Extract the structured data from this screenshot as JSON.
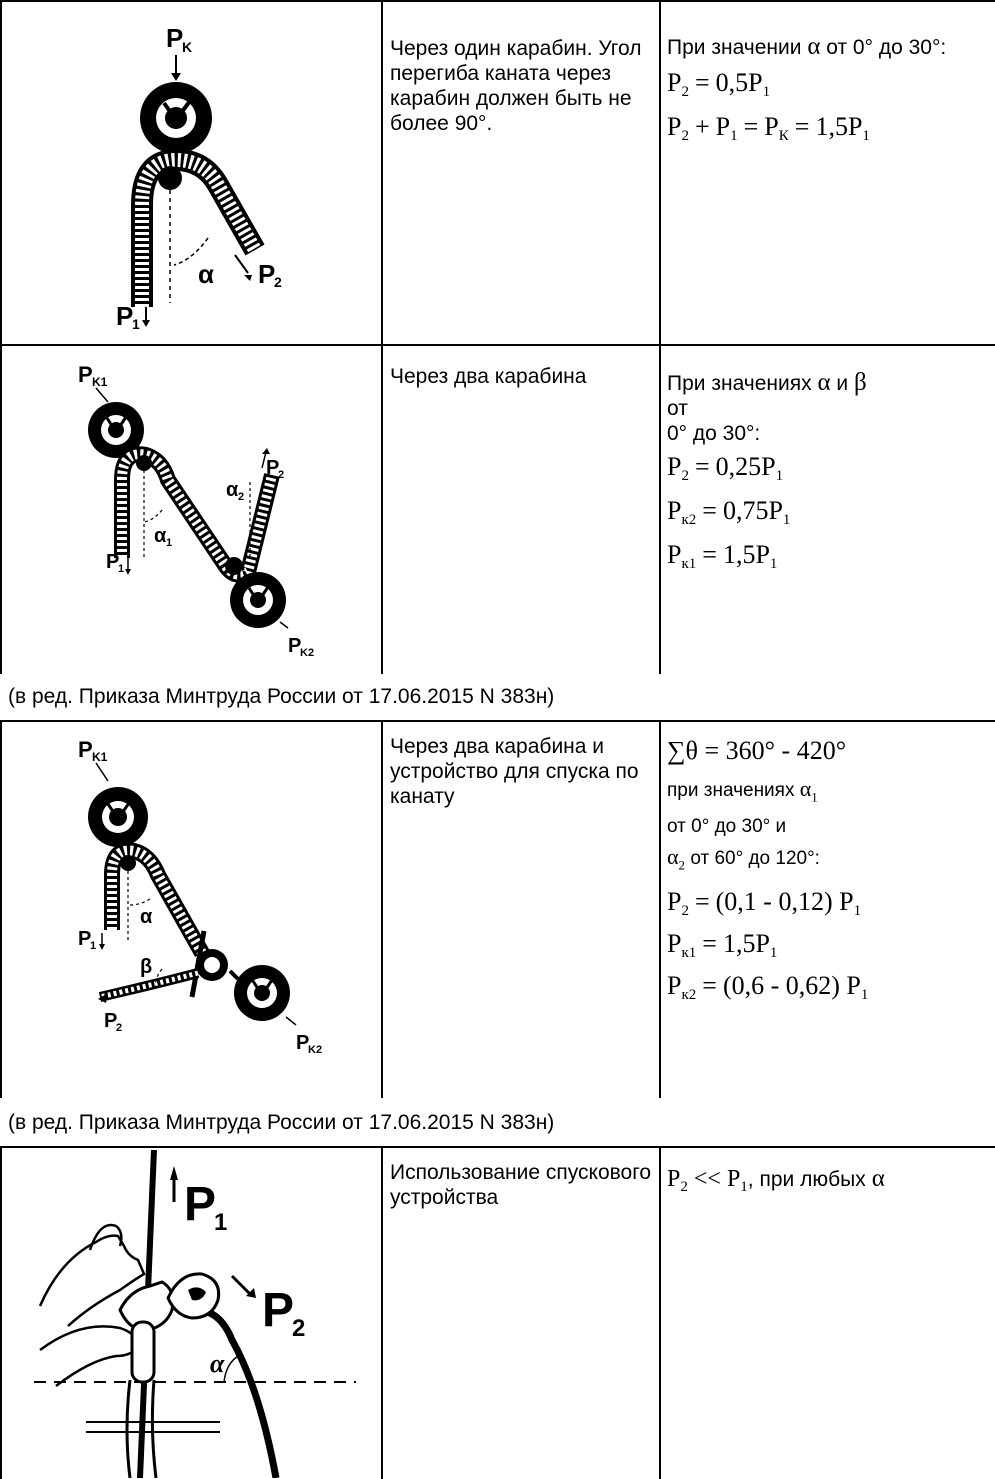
{
  "row1": {
    "description": "Через один карабин. Угол перегиба каната через карабин должен быть не более 90°.",
    "condition_prefix": "При значении",
    "condition_symbol": "α",
    "condition_suffix": "от 0° до 30°:",
    "f1_lhs": "P",
    "f1_lhs_sub": "2",
    "f1_op": "=",
    "f1_rhs": "0,5P",
    "f1_rhs_sub": "1",
    "f2_a": "P",
    "f2_a_sub": "2",
    "f2_plus": "+",
    "f2_b": "P",
    "f2_b_sub": "1",
    "f2_eq1": "=",
    "f2_c": "P",
    "f2_c_sub": "К",
    "f2_eq2": "=",
    "f2_d": "1,5P",
    "f2_d_sub": "1",
    "fig": {
      "pk": "P",
      "pk_sub": "K",
      "p1": "P",
      "p1_sub": "1",
      "p2": "P",
      "p2_sub": "2",
      "alpha": "α"
    }
  },
  "row2": {
    "description": "Через два карабина",
    "condition_prefix": "При значениях",
    "sym_alpha": "α",
    "condition_and": "и",
    "sym_beta": "β",
    "condition_ot": "от",
    "condition_range": "0° до 30°:",
    "f1_lhs": "P",
    "f1_lhs_sub": "2",
    "f1_op": "=",
    "f1_rhs": "0,25P",
    "f1_rhs_sub": "1",
    "f2_lhs": "P",
    "f2_lhs_sub": "к2",
    "f2_op": "=",
    "f2_rhs": "0,75P",
    "f2_rhs_sub": "1",
    "f3_lhs": "P",
    "f3_lhs_sub": "к1",
    "f3_op": "=",
    "f3_rhs": "1,5P",
    "f3_rhs_sub": "1",
    "fig": {
      "pk1": "P",
      "pk1_sub": "K1",
      "pk2": "P",
      "pk2_sub": "K2",
      "p1": "P",
      "p1_sub": "1",
      "p2": "P",
      "p2_sub": "2",
      "a1": "α",
      "a1_sub": "1",
      "a2": "α",
      "a2_sub": "2"
    }
  },
  "note1": "(в ред. Приказа Минтруда России от 17.06.2015 N 383н)",
  "row3": {
    "description": "Через два карабина и устройство для спуска по канату",
    "sum_formula": "∑θ = 360° - 420°",
    "cond1_prefix": "при значениях",
    "cond1_sym": "α",
    "cond1_sym_sub": "1",
    "cond1_range": "от 0° до 30° и",
    "cond2_sym": "α",
    "cond2_sym_sub": "2",
    "cond2_range": "от 60° до 120°:",
    "f1_lhs": "P",
    "f1_lhs_sub": "2",
    "f1_op": "=",
    "f1_rhs": "(0,1 - 0,12) P",
    "f1_rhs_sub": "1",
    "f2_lhs": "P",
    "f2_lhs_sub": "к1",
    "f2_op": "=",
    "f2_rhs": "1,5P",
    "f2_rhs_sub": "1",
    "f3_lhs": "P",
    "f3_lhs_sub": "к2",
    "f3_op": "=",
    "f3_rhs": "(0,6 - 0,62) P",
    "f3_rhs_sub": "1",
    "fig": {
      "pk1": "P",
      "pk1_sub": "K1",
      "pk2": "P",
      "pk2_sub": "K2",
      "p1": "P",
      "p1_sub": "1",
      "p2": "P",
      "p2_sub": "2",
      "alpha": "α",
      "beta": "β"
    }
  },
  "note2": "(в ред. Приказа Минтруда России от 17.06.2015 N 383н)",
  "row4": {
    "description": "Использование спускового устройства",
    "f_lhs": "P",
    "f_lhs_sub": "2",
    "f_op": "<<",
    "f_rhs": "P",
    "f_rhs_sub": "1",
    "f_suffix": ", при любых",
    "f_sym": "α",
    "fig": {
      "p1": "P",
      "p1_sub": "1",
      "p2": "P",
      "p2_sub": "2",
      "alpha": "α"
    }
  }
}
